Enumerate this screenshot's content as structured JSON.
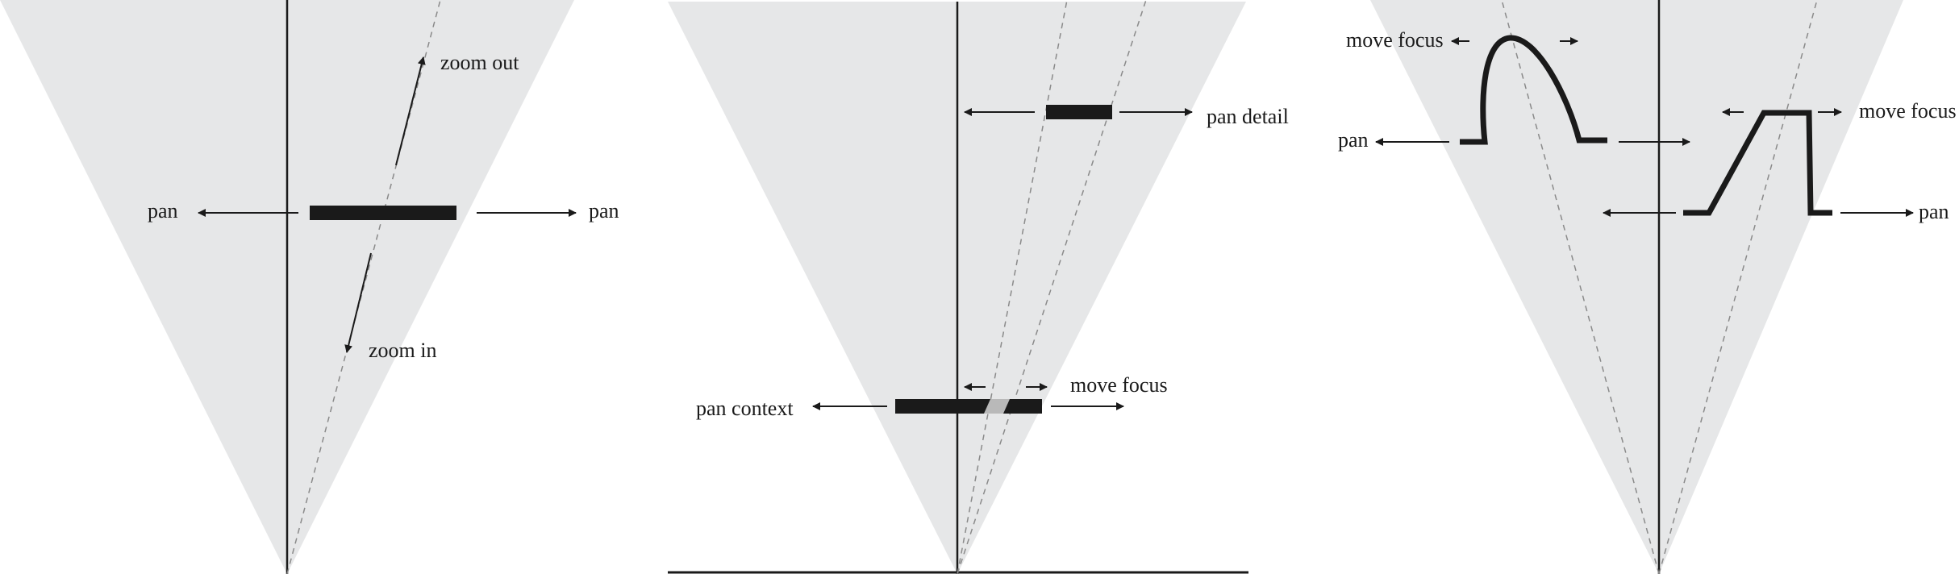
{
  "colors": {
    "cone_fill": "#e6e7e8",
    "line": "#1a1a1a",
    "dashed": "#8a8a8a",
    "focus_highlight": "#b9b9b9"
  },
  "panel1": {
    "label_zoom_out": "zoom out",
    "label_zoom_in": "zoom in",
    "label_pan_left": "pan",
    "label_pan_right": "pan"
  },
  "panel2": {
    "label_pan_detail": "pan detail",
    "label_pan_context": "pan context",
    "label_move_focus": "move focus"
  },
  "panel3": {
    "label_move_focus_left": "move focus",
    "label_move_focus_right": "move focus",
    "label_pan_left": "pan",
    "label_pan_right": "pan"
  }
}
